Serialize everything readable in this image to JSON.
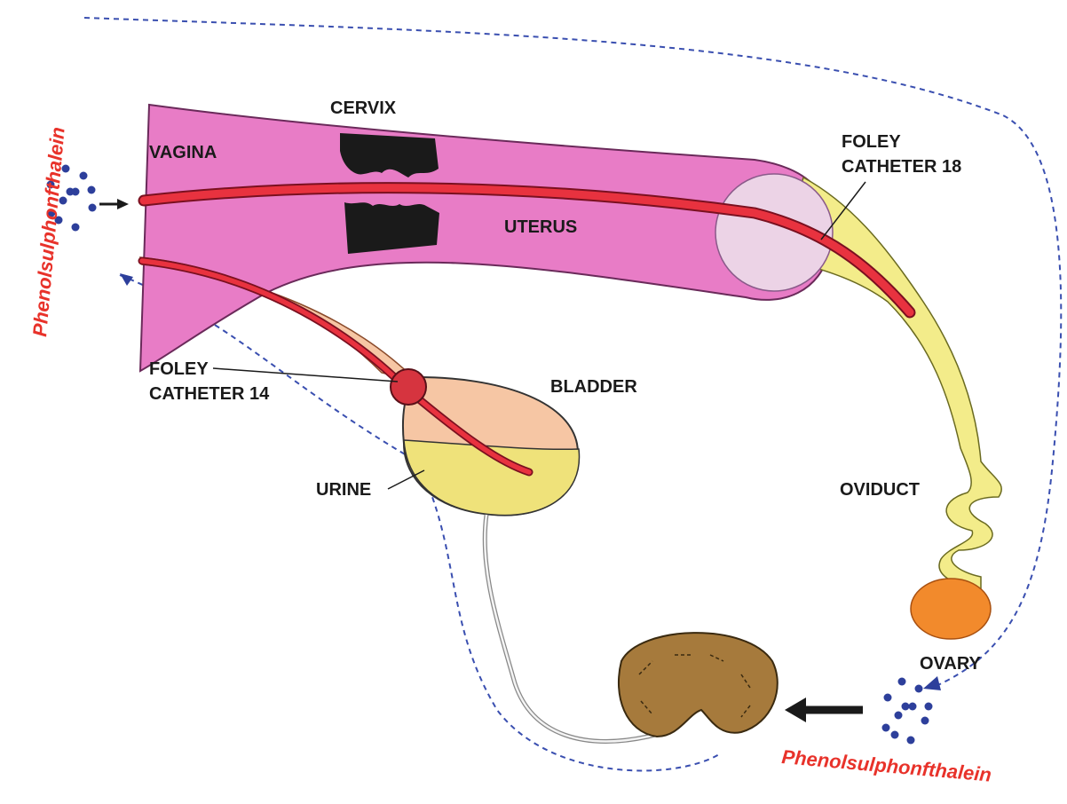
{
  "labels": {
    "cervix": "CERVIX",
    "vagina": "VAGINA",
    "uterus": "UTERUS",
    "foley_18_line1": "FOLEY",
    "foley_18_line2": "CATHETER 18",
    "foley_14_line1": "FOLEY",
    "foley_14_line2": "CATHETER 14",
    "bladder": "BLADDER",
    "urine": "URINE",
    "oviduct": "OVIDUCT",
    "ovary": "OVARY",
    "dye_left": "Phenolsulphonfthalein",
    "dye_bottom": "Phenolsulphonfthalein"
  },
  "colors": {
    "tract_pink": "#e87cc6",
    "catheter_red": "#e8323f",
    "oviduct_yellow": "#f3ec8a",
    "bladder_peach": "#f6c6a4",
    "urine_yellow": "#efe27a",
    "ovary_orange": "#f28a2c",
    "kidney_brown": "#a67a3c",
    "cervix_black": "#1a1a1a",
    "balloon_lilac": "#ecd3e6",
    "dye_dots": "#2d3f9b",
    "dashed_path": "#3a4fb0",
    "dye_text": "#e8322a"
  }
}
